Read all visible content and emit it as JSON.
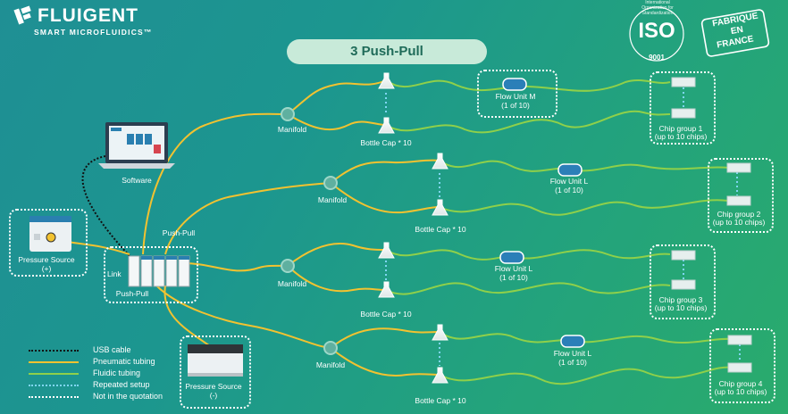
{
  "colors": {
    "background_start": "#1f8f94",
    "background_end": "#2aab6c",
    "pneumatic": "#f2c230",
    "fluidic": "#8fd04a",
    "usb": "#111111",
    "repeated": "#7fd6f2",
    "outline": "#ffffff",
    "title_pill": "#c8ead9"
  },
  "brand": {
    "name": "FLUIGENT",
    "tagline": "SMART MICROFLUIDICS™"
  },
  "title": "3 Push-Pull",
  "badges": {
    "iso_ring": "International Organization for Standardization",
    "iso_text": "ISO",
    "iso_number": "9001",
    "fabrique_line1": "FABRIQUE",
    "fabrique_line2": "EN",
    "fabrique_line3": "FRANCE"
  },
  "labels": {
    "software": "Software",
    "pressure_plus_1": "Pressure Source",
    "pressure_plus_2": "(+)",
    "pressure_minus_1": "Pressure Source",
    "pressure_minus_2": "(-)",
    "link": "Link",
    "push_pull_top": "Push-Pull",
    "push_pull_bottom": "Push-Pull",
    "manifold": "Manifold",
    "bottle_cap": "Bottle Cap * 10",
    "flow_unit_m": "Flow Unit M",
    "flow_unit_l": "Flow Unit L",
    "one_of_ten": "(1 of 10)",
    "chip_group_1": "Chip group 1",
    "chip_group_2": "Chip group 2",
    "chip_group_3": "Chip group 3",
    "chip_group_4": "Chip group 4",
    "up_to": "(up to 10 chips)"
  },
  "legend": [
    {
      "label": "USB cable",
      "style": "usb"
    },
    {
      "label": "Pneumatic tubing",
      "style": "pneumatic"
    },
    {
      "label": "Fluidic tubing",
      "style": "fluidic"
    },
    {
      "label": "Repeated setup",
      "style": "repeated"
    },
    {
      "label": "Not in the quotation",
      "style": "outline"
    }
  ]
}
